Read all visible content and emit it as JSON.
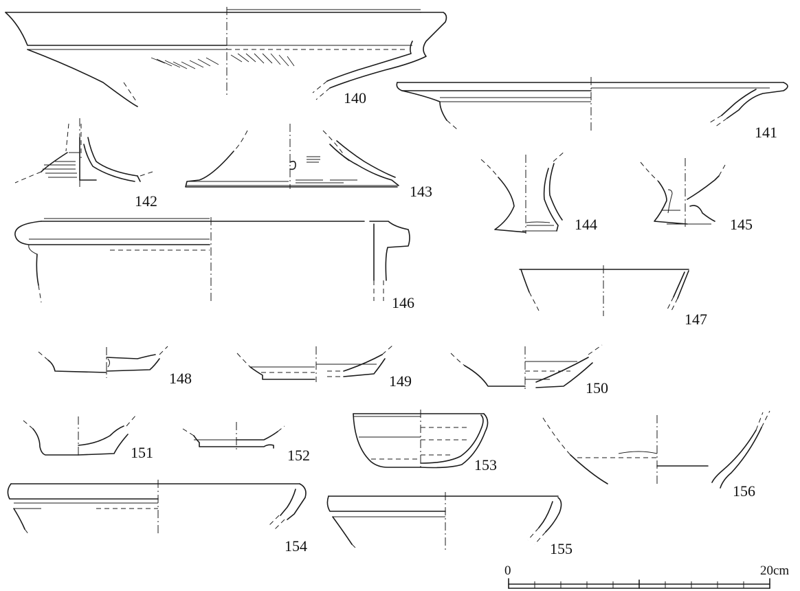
{
  "figures": [
    {
      "id": "140"
    },
    {
      "id": "141"
    },
    {
      "id": "142"
    },
    {
      "id": "143"
    },
    {
      "id": "144"
    },
    {
      "id": "145"
    },
    {
      "id": "146"
    },
    {
      "id": "147"
    },
    {
      "id": "148"
    },
    {
      "id": "149"
    },
    {
      "id": "150"
    },
    {
      "id": "151"
    },
    {
      "id": "152"
    },
    {
      "id": "153"
    },
    {
      "id": "154"
    },
    {
      "id": "155"
    },
    {
      "id": "156"
    }
  ],
  "scale_bar": {
    "start_label": "0",
    "end_label": "20cm"
  },
  "colors": {
    "ink": "#1a1a1a",
    "paper": "#ffffff"
  }
}
